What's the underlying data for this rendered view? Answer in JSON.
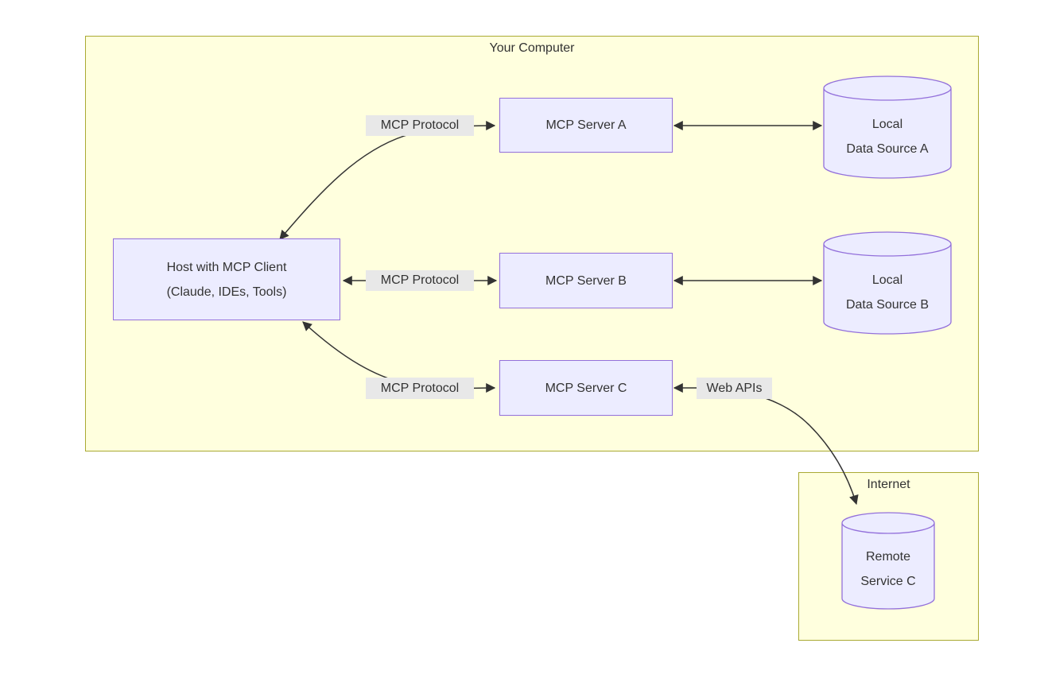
{
  "clusters": {
    "your_computer": {
      "label": "Your Computer"
    },
    "internet": {
      "label": "Internet"
    }
  },
  "nodes": {
    "host": {
      "line1": "Host with MCP Client",
      "line2": "(Claude, IDEs, Tools)"
    },
    "server_a": {
      "label": "MCP Server A"
    },
    "server_b": {
      "label": "MCP Server B"
    },
    "server_c": {
      "label": "MCP Server C"
    },
    "data_source_a": {
      "line1": "Local",
      "line2": "Data Source A"
    },
    "data_source_b": {
      "line1": "Local",
      "line2": "Data Source B"
    },
    "remote_service_c": {
      "line1": "Remote",
      "line2": "Service C"
    }
  },
  "edge_labels": {
    "host_server_a": "MCP Protocol",
    "host_server_b": "MCP Protocol",
    "host_server_c": "MCP Protocol",
    "server_c_remote": "Web APIs"
  },
  "colors": {
    "background": "#ffffff",
    "cluster_fill": "#ffffde",
    "cluster_border": "#aaaa33",
    "node_fill": "#ececff",
    "node_border": "#9370db",
    "edge": "#333333",
    "edge_label_bg": "#e8e8e8",
    "text": "#333333"
  }
}
